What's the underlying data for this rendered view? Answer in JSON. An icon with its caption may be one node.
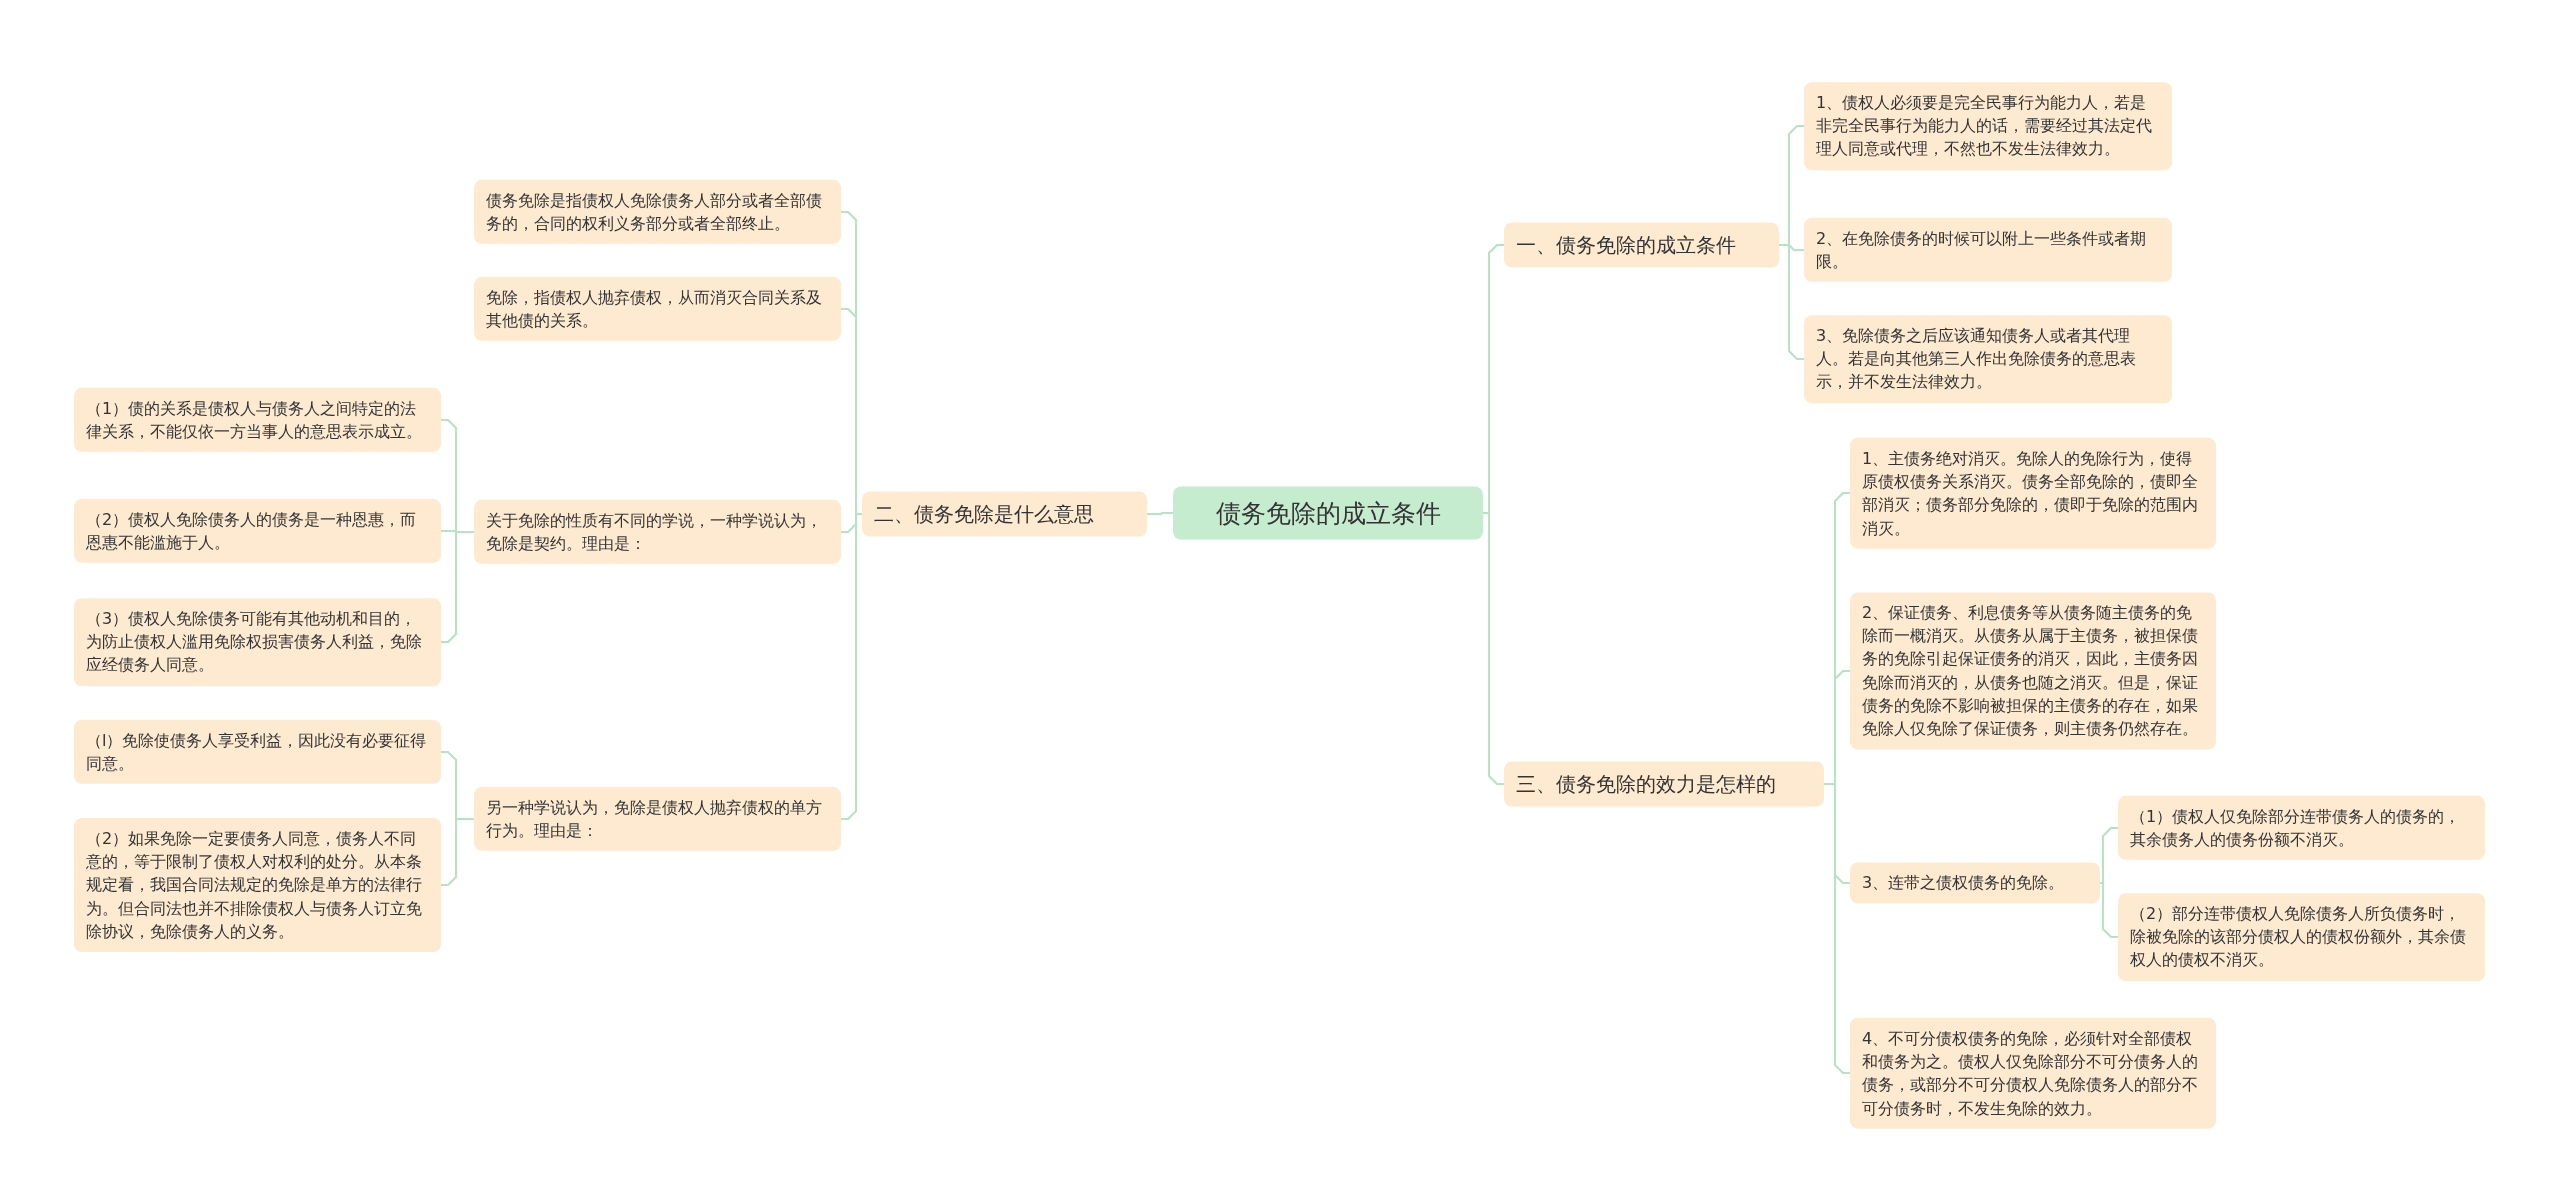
{
  "diagram": {
    "nodes": [
      {
        "text": [
          "债务免除的成立条件"
        ]
      },
      {
        "text": [
          "二、债务免除是什么意思"
        ]
      },
      {
        "text": [
          "债务免除是指债权人免除债务人部分或者全部债务的，合同的权利义务部分或者全部终止。"
        ]
      },
      {
        "text": [
          "免除，指债权人抛弃债权，从而消灭合同关系及其他债的关系。"
        ]
      },
      {
        "text": [
          "关于免除的性质有不同的学说，一种学说认为，免除是契约。理由是："
        ]
      },
      {
        "text": [
          "（1）债的关系是债权人与债务人之间特定的法律关系，不能仅依一方当事人的意思表示成立。"
        ]
      },
      {
        "text": [
          "（2）债权人免除债务人的债务是一种恩惠，而恩惠不能滥施于人。"
        ]
      },
      {
        "text": [
          "（3）债权人免除债务可能有其他动机和目的，为防止债权人滥用免除权损害债务人利益，免除应经债务人同意。"
        ]
      },
      {
        "text": [
          "另一种学说认为，免除是债权人抛弃债权的单方行为。理由是："
        ]
      },
      {
        "text": [
          "（l）免除使债务人享受利益，因此没有必要征得同意。"
        ]
      },
      {
        "text": [
          "（2）如果免除一定要债务人同意，债务人不同意的，等于限制了债权人对权利的处分。从本条规定看，我国合同法规定的免除是单方的法律行为。但合同法也并不排除债权人与债务人订立免除协议，免除债务人的义务。"
        ]
      },
      {
        "text": [
          "一、债务免除的成立条件"
        ]
      },
      {
        "text": [
          "1、债权人必须要是完全民事行为能力人，若是非完全民事行为能力人的话，需要经过其法定代理人同意或代理，不然也不发生法律效力。"
        ]
      },
      {
        "text": [
          "2、在免除债务的时候可以附上一些条件或者期限。"
        ]
      },
      {
        "text": [
          "3、免除债务之后应该通知债务人或者其代理人。若是向其他第三人作出免除债务的意思表示，并不发生法律效力。"
        ]
      },
      {
        "text": [
          "三、债务免除的效力是怎样的"
        ]
      },
      {
        "text": [
          "1、主债务绝对消灭。免除人的免除行为，使得原债权债务关系消灭。债务全部免除的，债即全部消灭；债务部分免除的，债即于免除的范围内消灭。"
        ]
      },
      {
        "text": [
          "2、保证债务、利息债务等从债务随主债务的免除而一概消灭。从债务从属于主债务，被担保债务的免除引起保证债务的消灭，因此，主债务因免除而消灭的，从债务也随之消灭。但是，保证债务的免除不影响被担保的主债务的存在，如果免除人仅免除了保证债务，则主债务仍然存在。"
        ]
      },
      {
        "text": [
          "3、连带之债权债务的免除。"
        ]
      },
      {
        "text": [
          "（1）债权人仅免除部分连带债务人的债务的，其余债务人的债务份额不消灭。"
        ]
      },
      {
        "text": [
          "（2）部分连带债权人免除债务人所负债务时，除被免除的该部分债权人的债权份额外，其余债权人的债权不消灭。"
        ]
      },
      {
        "text": [
          "4、不可分债权债务的免除，必须针对全部债权和债务为之。债权人仅免除部分不可分债务人的债务，或部分不可分债权人免除债务人的部分不可分债务时，不发生免除的效力。"
        ]
      }
    ],
    "edges": [
      {
        "from": 0,
        "to": 1,
        "arrow": "none"
      },
      {
        "from": 1,
        "to": 2,
        "arrow": "none"
      },
      {
        "from": 1,
        "to": 3,
        "arrow": "none"
      },
      {
        "from": 1,
        "to": 4,
        "arrow": "none"
      },
      {
        "from": 4,
        "to": 5,
        "arrow": "none"
      },
      {
        "from": 4,
        "to": 6,
        "arrow": "none"
      },
      {
        "from": 4,
        "to": 7,
        "arrow": "none"
      },
      {
        "from": 1,
        "to": 8,
        "arrow": "none"
      },
      {
        "from": 8,
        "to": 9,
        "arrow": "none"
      },
      {
        "from": 8,
        "to": 10,
        "arrow": "none"
      },
      {
        "from": 0,
        "to": 11,
        "arrow": "none"
      },
      {
        "from": 11,
        "to": 12,
        "arrow": "none"
      },
      {
        "from": 11,
        "to": 13,
        "arrow": "none"
      },
      {
        "from": 11,
        "to": 14,
        "arrow": "none"
      },
      {
        "from": 0,
        "to": 15,
        "arrow": "none"
      },
      {
        "from": 15,
        "to": 16,
        "arrow": "none"
      },
      {
        "from": 15,
        "to": 17,
        "arrow": "none"
      },
      {
        "from": 15,
        "to": 18,
        "arrow": "none"
      },
      {
        "from": 18,
        "to": 19,
        "arrow": "none"
      },
      {
        "from": 18,
        "to": 20,
        "arrow": "none"
      },
      {
        "from": 15,
        "to": 21,
        "arrow": "none"
      }
    ]
  }
}
